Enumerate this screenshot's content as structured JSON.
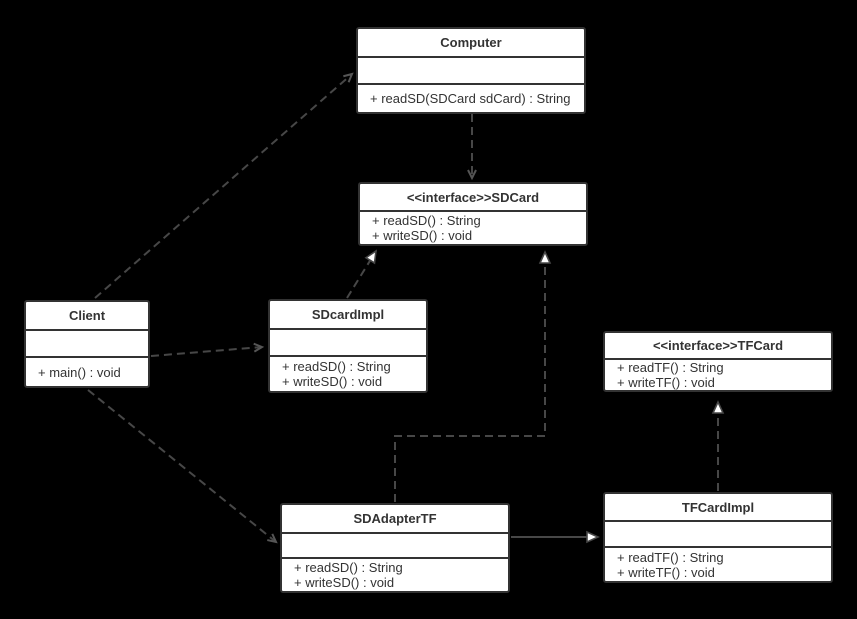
{
  "diagram": {
    "title": "UML class diagram - SD/TF card adapter pattern",
    "background_color": "#000000",
    "box_fill": "#ffffff",
    "box_border_color": "#333333",
    "line_color": "#474747",
    "text_color": "#333333"
  },
  "classes": {
    "computer": {
      "name": "Computer",
      "attributes": [],
      "methods": [
        "+ readSD(SDCard sdCard) : String"
      ]
    },
    "sdcard": {
      "name": "<<interface>>SDCard",
      "attributes": [],
      "methods": [
        "+ readSD() : String",
        "+ writeSD() : void"
      ]
    },
    "client": {
      "name": "Client",
      "attributes": [],
      "methods": [
        "+ main() : void"
      ]
    },
    "sdcardimpl": {
      "name": "SDcardImpl",
      "attributes": [],
      "methods": [
        "+ readSD() : String",
        "+ writeSD() : void"
      ]
    },
    "tfcard": {
      "name": "<<interface>>TFCard",
      "attributes": [],
      "methods": [
        "+ readTF() : String",
        "+ writeTF() : void"
      ]
    },
    "sdadaptertf": {
      "name": "SDAdapterTF",
      "attributes": [],
      "methods": [
        "+ readSD() : String",
        "+ writeSD() : void"
      ]
    },
    "tfcardimpl": {
      "name": "TFCardImpl",
      "attributes": [],
      "methods": [
        "+ readTF() : String",
        "+ writeTF() : void"
      ]
    }
  },
  "edges": [
    {
      "from": "Client",
      "to": "Computer",
      "type": "dependency",
      "style": "dashed-open-arrow"
    },
    {
      "from": "Computer",
      "to": "SDCard",
      "type": "dependency",
      "style": "dashed-open-arrow"
    },
    {
      "from": "SDcardImpl",
      "to": "SDCard",
      "type": "realization",
      "style": "dashed-hollow-triangle"
    },
    {
      "from": "SDAdapterTF",
      "to": "SDCard",
      "type": "realization",
      "style": "dashed-hollow-triangle"
    },
    {
      "from": "Client",
      "to": "SDcardImpl",
      "type": "dependency",
      "style": "dashed-open-arrow"
    },
    {
      "from": "Client",
      "to": "SDAdapterTF",
      "type": "dependency",
      "style": "dashed-open-arrow"
    },
    {
      "from": "SDAdapterTF",
      "to": "TFCardImpl",
      "type": "association",
      "style": "solid-triangle"
    },
    {
      "from": "TFCardImpl",
      "to": "TFCard",
      "type": "realization",
      "style": "dashed-hollow-triangle"
    }
  ]
}
